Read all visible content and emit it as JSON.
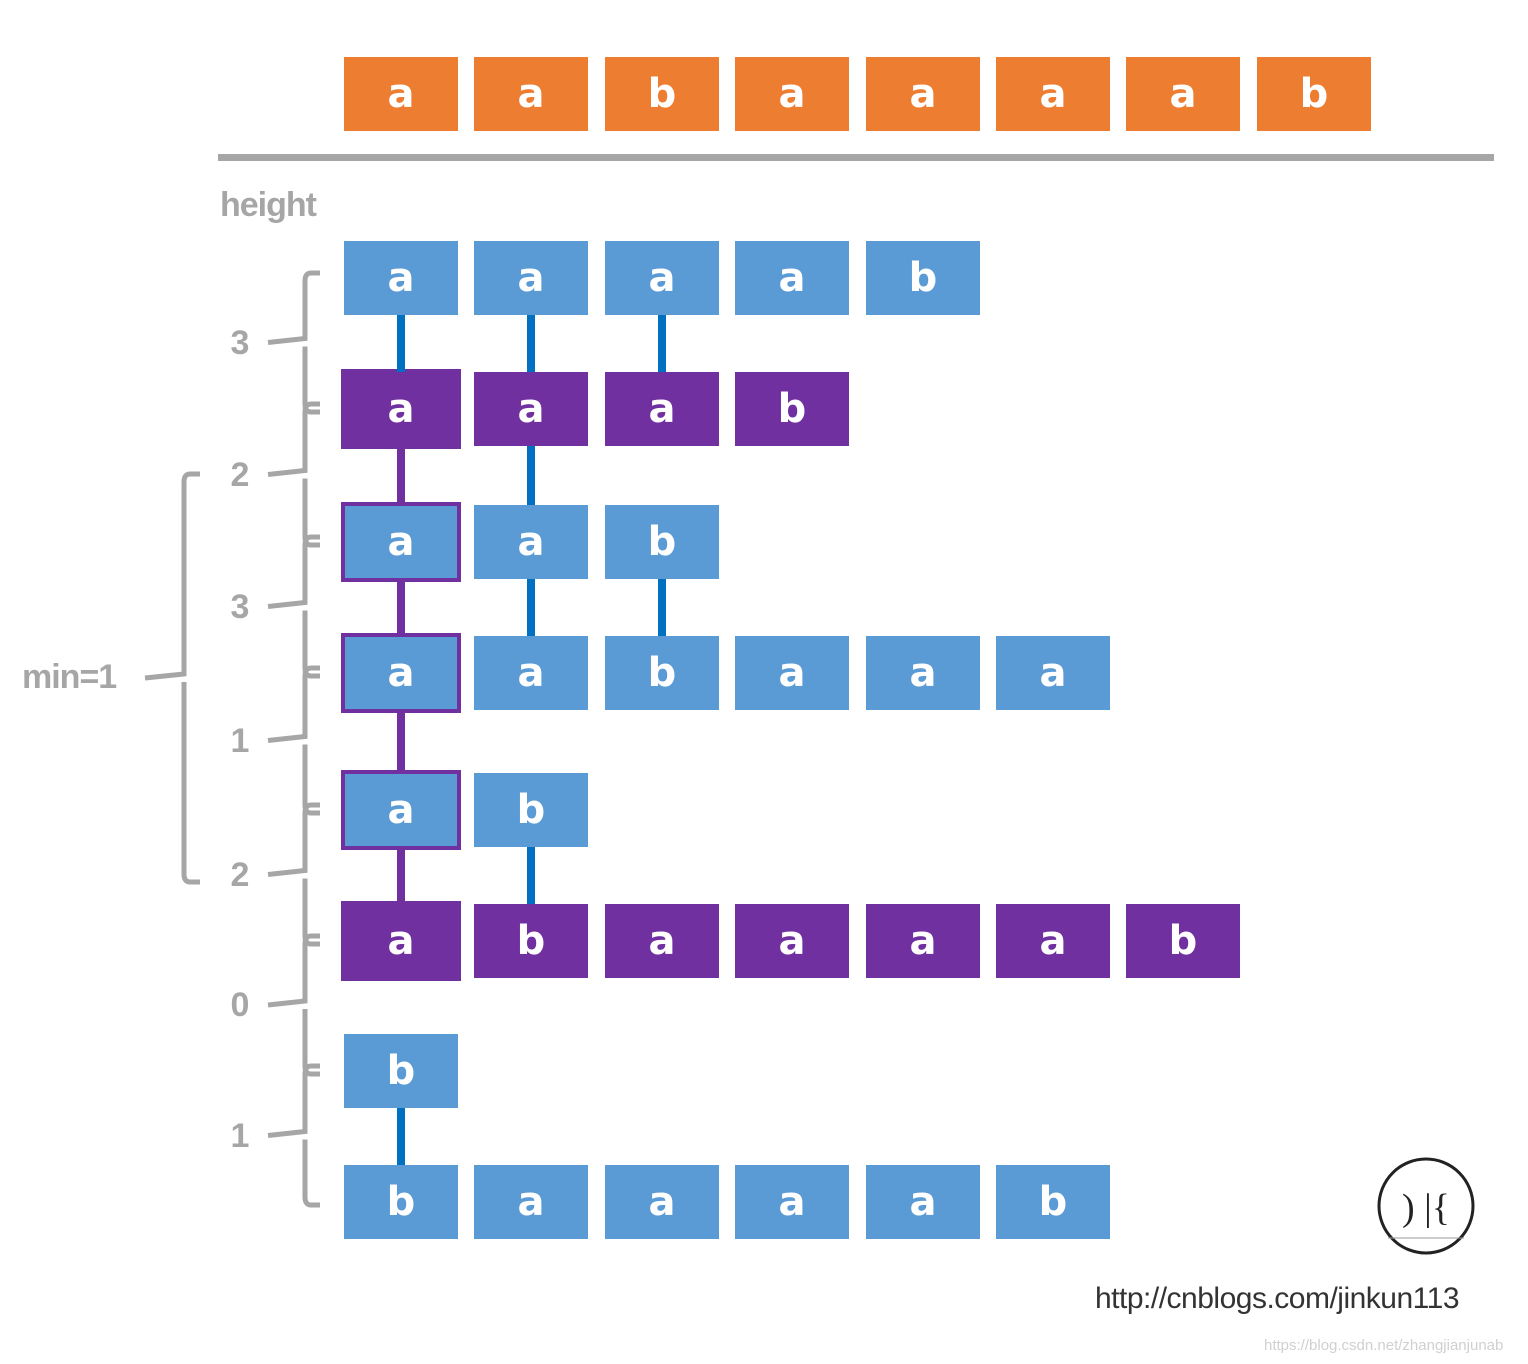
{
  "colors": {
    "original": "#ed7d31",
    "suffix": "#5b9bd5",
    "highlight": "#7030a0",
    "connector_blue": "#0070c0",
    "connector_purple": "#7030a0",
    "gray": "#a6a6a6"
  },
  "original_string": [
    "a",
    "a",
    "b",
    "a",
    "a",
    "a",
    "a",
    "b"
  ],
  "height_label": "height",
  "suffixes": [
    {
      "chars": [
        "a",
        "a",
        "a",
        "a",
        "b"
      ],
      "color": "suffix"
    },
    {
      "chars": [
        "a",
        "a",
        "a",
        "b"
      ],
      "color": "highlight"
    },
    {
      "chars": [
        "a",
        "a",
        "b"
      ],
      "color": "suffix",
      "boxed_first": true
    },
    {
      "chars": [
        "a",
        "a",
        "b",
        "a",
        "a",
        "a"
      ],
      "color": "suffix",
      "boxed_first": true
    },
    {
      "chars": [
        "a",
        "b"
      ],
      "color": "suffix",
      "boxed_first": true
    },
    {
      "chars": [
        "a",
        "b",
        "a",
        "a",
        "a",
        "a",
        "b"
      ],
      "color": "highlight"
    },
    {
      "chars": [
        "b"
      ],
      "color": "suffix"
    },
    {
      "chars": [
        "b",
        "a",
        "a",
        "a",
        "a",
        "b"
      ],
      "color": "suffix"
    }
  ],
  "heights": [
    "3",
    "2",
    "3",
    "1",
    "2",
    "0",
    "1"
  ],
  "connections": [
    {
      "between": 0,
      "count": 3,
      "style": "blue"
    },
    {
      "between": 1,
      "count": 2,
      "style": "mixed"
    },
    {
      "between": 2,
      "count": 3,
      "style": "mixed"
    },
    {
      "between": 3,
      "count": 1,
      "style": "purple"
    },
    {
      "between": 4,
      "count": 2,
      "style": "mixed"
    },
    {
      "between": 6,
      "count": 1,
      "style": "blue"
    }
  ],
  "min_label": "min=1",
  "logo_text": ") |{",
  "url": "http://cnblogs.com/jinkun113",
  "watermark": "https://blog.csdn.net/zhangjianjunab"
}
